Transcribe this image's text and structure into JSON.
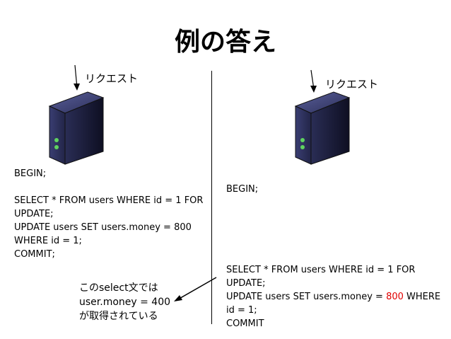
{
  "title": "例の答え",
  "left": {
    "request_label": "リクエスト",
    "code": "BEGIN;\n\nSELECT * FROM users WHERE id = 1 FOR\nUPDATE;\nUPDATE users SET users.money = 800\nWHERE id = 1;\nCOMMIT;"
  },
  "right": {
    "request_label": "リクエスト",
    "begin": "BEGIN;",
    "code_before": "SELECT * FROM users WHERE id = 1 FOR\nUPDATE;\nUPDATE users SET users.money = ",
    "highlight_value": "800",
    "code_after": " WHERE\nid = 1;\nCOMMIT"
  },
  "note": "このselect文では\nuser.money = 400\nが取得されている",
  "colors": {
    "highlight": "#e00000",
    "server_body": "#1d1f3a",
    "server_led": "#5fd35f"
  }
}
